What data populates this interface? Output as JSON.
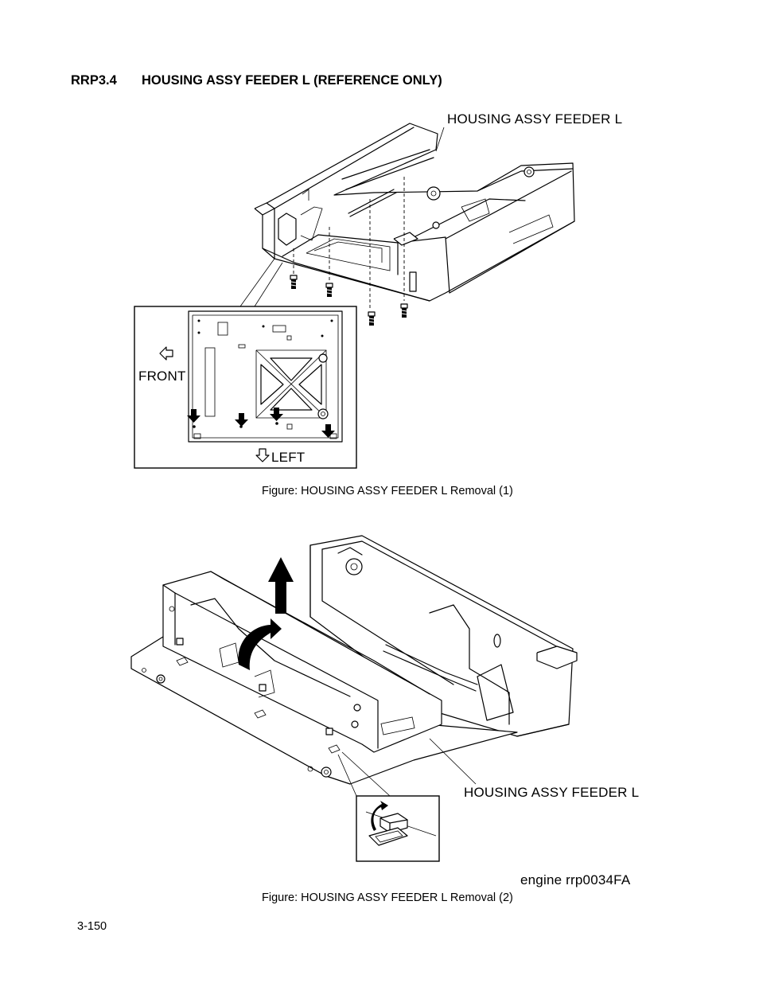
{
  "section": {
    "number": "RRP3.4",
    "title": "HOUSING ASSY FEEDER L (REFERENCE ONLY)"
  },
  "figure1": {
    "part_label": "HOUSING ASSY FEEDER L",
    "front_label": "FRONT",
    "left_label": "LEFT",
    "caption": "Figure: HOUSING ASSY FEEDER L Removal (1)"
  },
  "figure2": {
    "part_label": "HOUSING ASSY FEEDER L",
    "ref_code": "engine rrp0034FA",
    "caption": "Figure: HOUSING ASSY FEEDER L Removal (2)"
  },
  "footer": {
    "page_number": "3-150"
  }
}
